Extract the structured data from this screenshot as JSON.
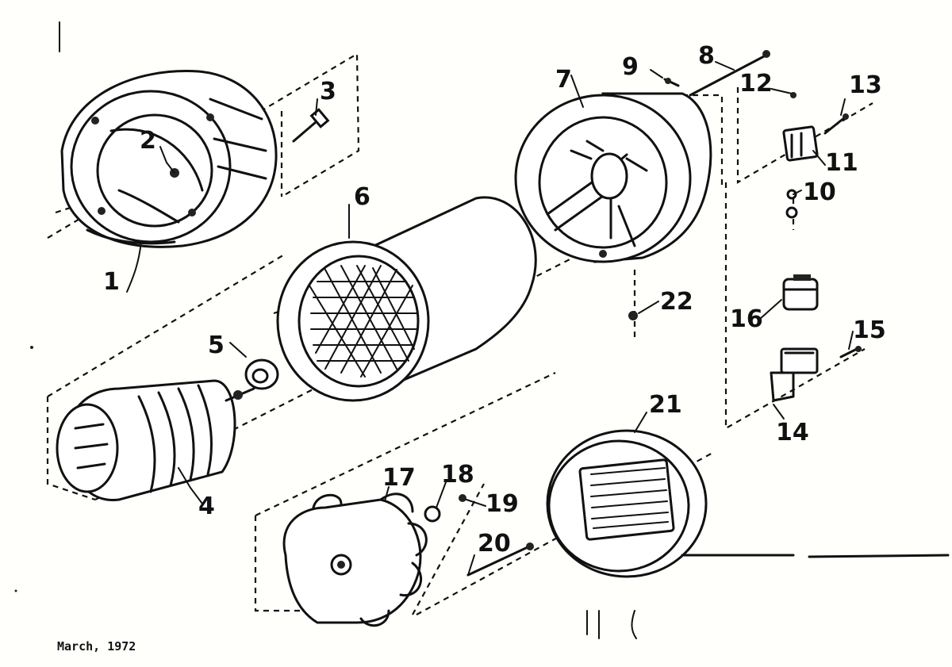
{
  "callouts": [
    {
      "id": "1",
      "label": "1"
    },
    {
      "id": "2",
      "label": "2"
    },
    {
      "id": "3",
      "label": "3"
    },
    {
      "id": "4",
      "label": "4"
    },
    {
      "id": "5",
      "label": "5"
    },
    {
      "id": "6",
      "label": "6"
    },
    {
      "id": "7",
      "label": "7"
    },
    {
      "id": "8",
      "label": "8"
    },
    {
      "id": "9",
      "label": "9"
    },
    {
      "id": "10",
      "label": "10"
    },
    {
      "id": "11",
      "label": "11"
    },
    {
      "id": "12",
      "label": "12"
    },
    {
      "id": "13",
      "label": "13"
    },
    {
      "id": "14",
      "label": "14"
    },
    {
      "id": "15",
      "label": "15"
    },
    {
      "id": "16",
      "label": "16"
    },
    {
      "id": "17",
      "label": "17"
    },
    {
      "id": "18",
      "label": "18"
    },
    {
      "id": "19",
      "label": "19"
    },
    {
      "id": "20",
      "label": "20"
    },
    {
      "id": "21",
      "label": "21"
    },
    {
      "id": "22",
      "label": "22"
    }
  ],
  "footer": {
    "date": "March, 1972"
  }
}
